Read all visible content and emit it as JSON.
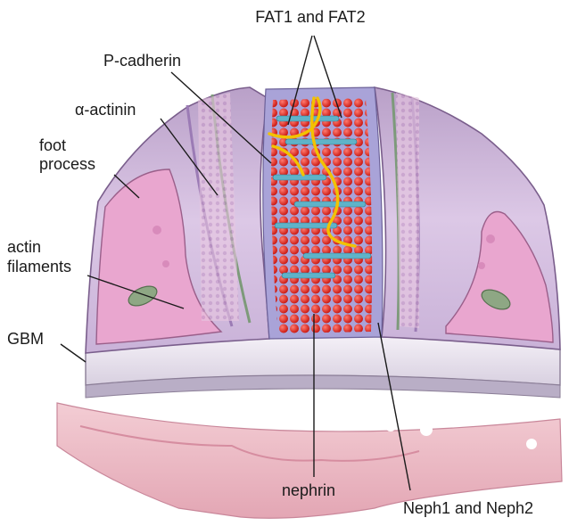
{
  "diagram": {
    "labels": {
      "fat": "FAT1 and FAT2",
      "pcadherin": "P-cadherin",
      "alpha_actinin": "α-actinin",
      "foot_line1": "foot",
      "foot_line2": "process",
      "actin_line1": "actin",
      "actin_line2": "filaments",
      "gbm": "GBM",
      "nephrin": "nephrin",
      "neph": "Neph1 and Neph2"
    },
    "colors": {
      "foot_process": "#d7bfe0",
      "foot_inner": "#e7a9cf",
      "nephrin": "#e0231c",
      "fat": "#5fb3c8",
      "pcadherin": "#f2c200",
      "gbm": "#eae4f0",
      "tissue": "#eab7c2"
    }
  }
}
